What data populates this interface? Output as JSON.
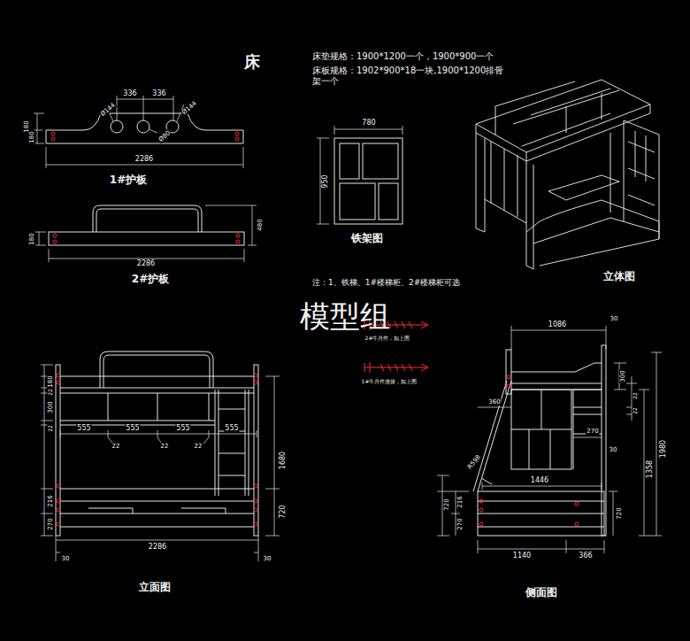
{
  "diagram": {
    "title": "床",
    "labels": [
      "床垫规格：1900*1200一个，1900*900一个",
      "床板规格：1902*900*18一块,1900*1200排骨架一个",
      "336",
      "336",
      "Ø144",
      "Ø144",
      "Ø80",
      "180",
      "180",
      "2286",
      "1#护板",
      "180",
      "480",
      "2286",
      "2#护板",
      "780",
      "950",
      "铁架图",
      "注：1、铁梯、1#楼梯柜、2#楼梯柜可选",
      "立体图",
      "模型组",
      "2#牛月件，如上图",
      "1#牛月件连接，如上图",
      "180",
      "22",
      "300",
      "22",
      "555",
      "555",
      "555",
      "555",
      "22",
      "22",
      "22",
      "1680",
      "720",
      "216",
      "270",
      "2286",
      "30",
      "30",
      "立面图",
      "1086",
      "30",
      "300",
      "22",
      "22",
      "360",
      "270",
      "R598",
      "30",
      "1980",
      "1358",
      "1446",
      "720",
      "216",
      "270",
      "720",
      "1140",
      "366",
      "侧面图"
    ]
  }
}
